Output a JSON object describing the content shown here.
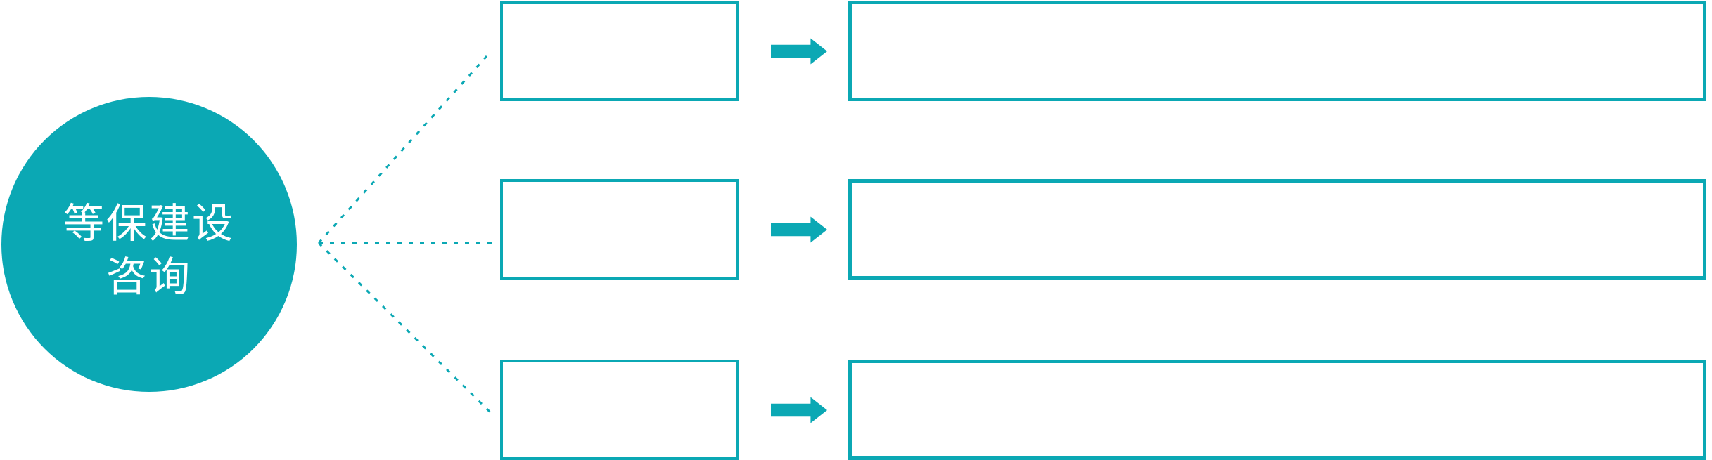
{
  "colors": {
    "accent": "#0BA8B4",
    "background": "#FFFFFF",
    "circle_text": "#FFFFFF"
  },
  "circle": {
    "label": "等保建设咨询",
    "label_line1": "等保建设",
    "label_line2": "咨询"
  },
  "icons": {
    "arrow": "right-arrow"
  },
  "rows": [
    {
      "small_box_text": "",
      "large_box_text": ""
    },
    {
      "small_box_text": "",
      "large_box_text": ""
    },
    {
      "small_box_text": "",
      "large_box_text": ""
    }
  ]
}
